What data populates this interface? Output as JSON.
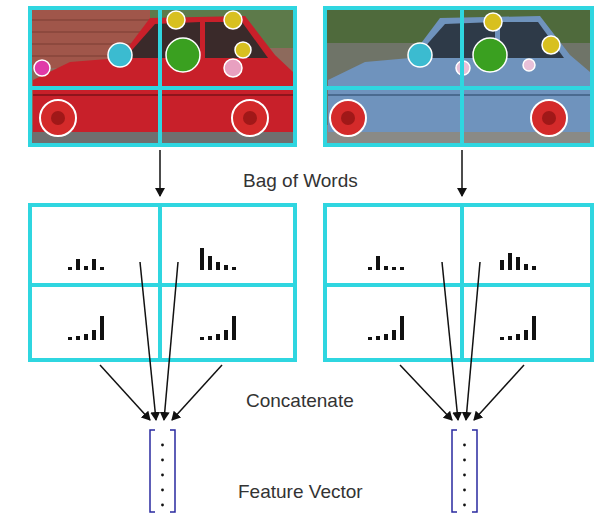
{
  "diagram": {
    "labels": [
      "Bag of Words",
      "Concatenate",
      "Feature Vector"
    ]
  }
}
